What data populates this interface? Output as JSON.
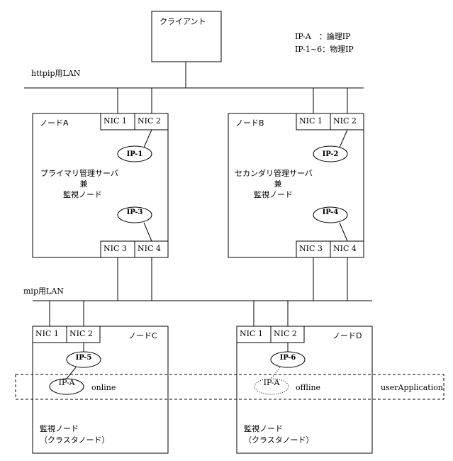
{
  "legend": {
    "line1": "IP-A　：論理IP",
    "line2": "IP-1~6：物理IP"
  },
  "client": {
    "label": "クライアント"
  },
  "networks": {
    "http_lan": "httpip用LAN",
    "mip_lan": "mip用LAN"
  },
  "nodes": {
    "a": {
      "title": "ノードA",
      "role_line1": "プライマリ管理サーバ",
      "role_line2": "兼",
      "role_line3": "監視ノード",
      "nics": [
        "NIC 1",
        "NIC 2",
        "NIC 3",
        "NIC 4"
      ],
      "ips": [
        "IP-1",
        "IP-3"
      ]
    },
    "b": {
      "title": "ノードB",
      "role_line1": "セカンダリ管理サーバ",
      "role_line2": "兼",
      "role_line3": "監視ノード",
      "nics": [
        "NIC 1",
        "NIC 2",
        "NIC 3",
        "NIC 4"
      ],
      "ips": [
        "IP-2",
        "IP-4"
      ]
    },
    "c": {
      "title": "ノードC",
      "role_line1": "監視ノード",
      "role_line2": "（クラスタノード）",
      "nics": [
        "NIC 1",
        "NIC 2"
      ],
      "ip": "IP-5",
      "logical_ip": "IP-A",
      "state": "online"
    },
    "d": {
      "title": "ノードD",
      "role_line1": "監視ノード",
      "role_line2": "（クラスタノード）",
      "nics": [
        "NIC 1",
        "NIC 2"
      ],
      "ip": "IP-6",
      "logical_ip": "IP-A",
      "state": "offline"
    }
  },
  "user_application": {
    "label": "userApplication"
  }
}
